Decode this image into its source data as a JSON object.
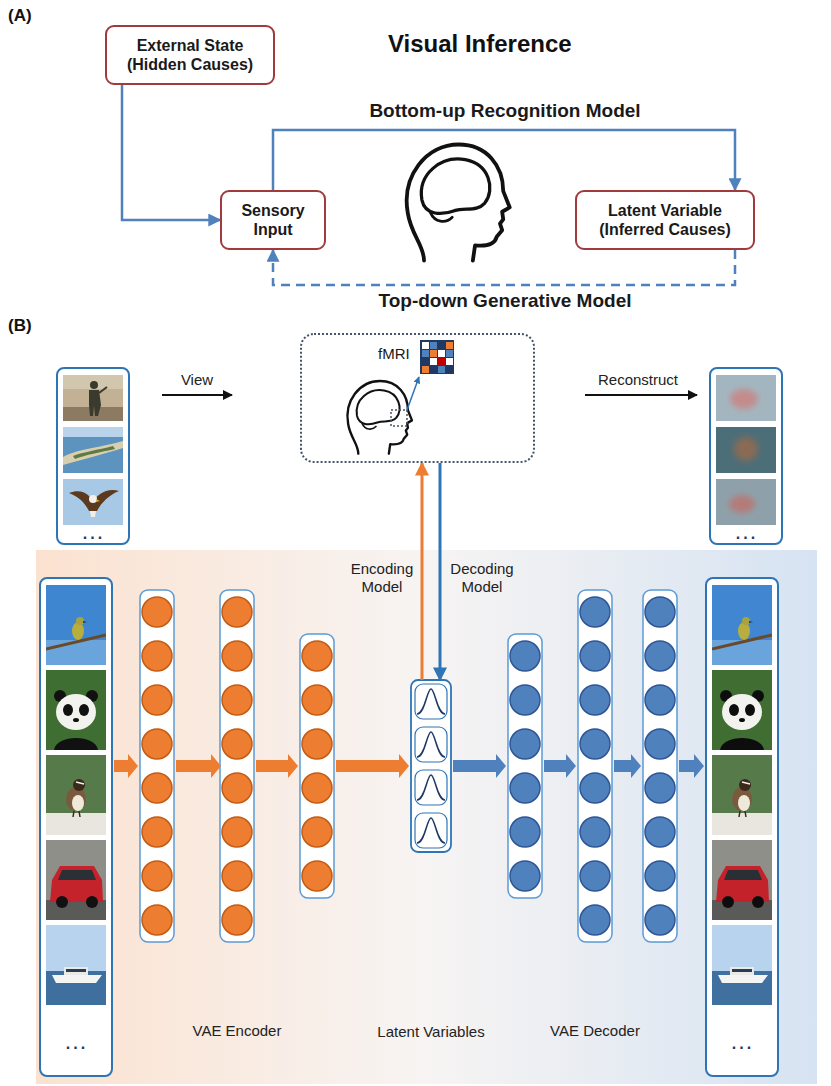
{
  "diagram": {
    "title": "Visual Inference",
    "nodes": [
      {
        "text": [
          "External State (Hidden Causes)"
        ]
      },
      {
        "text": [
          "Sensory Input"
        ]
      },
      {
        "text": [
          "Latent Variable (Inferred Causes)"
        ]
      },
      {
        "text": [
          "fMRI"
        ]
      },
      {
        "text": [
          "Latent Variables"
        ]
      }
    ],
    "edges": [
      {
        "from": 0,
        "to": 1,
        "arrow": "to"
      },
      {
        "from": 1,
        "to": 2,
        "label": "Bottom-up Recognition Model",
        "arrow": "to"
      },
      {
        "from": 2,
        "to": 1,
        "label": "Top-down Generative Model",
        "arrow": "to"
      },
      {
        "from": 4,
        "to": 3,
        "label": "Encoding Model",
        "arrow": "to"
      },
      {
        "from": 3,
        "to": 4,
        "label": "Decoding Model",
        "arrow": "to"
      }
    ],
    "labels": [
      "(A)",
      "(B)",
      "View",
      "Reconstruct",
      "VAE Encoder",
      "VAE Decoder",
      "...",
      "...",
      "...",
      "..."
    ]
  }
}
